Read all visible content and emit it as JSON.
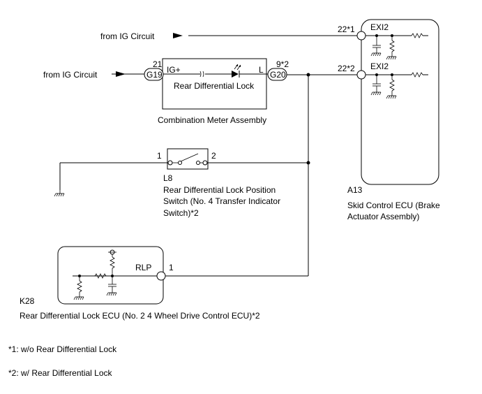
{
  "sources": {
    "ig_top": "from IG Circuit",
    "ig_mid": "from IG Circuit"
  },
  "combination_meter": {
    "pin_left_num": "21",
    "connector_left": "G19",
    "pin_left_name": "IG+",
    "label": "Rear Differential Lock",
    "pin_right_name": "L",
    "pin_right_num": "9*2",
    "connector_right": "G20",
    "caption": "Combination Meter Assembly"
  },
  "skid_ecu": {
    "pin1_num": "22*1",
    "pin1_name": "EXI2",
    "pin2_num": "22*2",
    "pin2_name": "EXI2",
    "code": "A13",
    "caption_line1": "Skid Control ECU (Brake",
    "caption_line2": "Actuator Assembly)"
  },
  "switch": {
    "pin_left": "1",
    "pin_right": "2",
    "code": "L8",
    "caption_line1": "Rear Differential Lock Position",
    "caption_line2": "Switch (No. 4 Transfer Indicator",
    "caption_line3": "Switch)*2"
  },
  "diff_ecu": {
    "pin_name": "RLP",
    "pin_num": "1",
    "code": "K28",
    "caption": "Rear Differential Lock ECU (No. 2 4 Wheel Drive Control ECU)*2"
  },
  "notes": {
    "note1": "*1: w/o Rear Differential Lock",
    "note2": "*2: w/ Rear Differential Lock"
  }
}
